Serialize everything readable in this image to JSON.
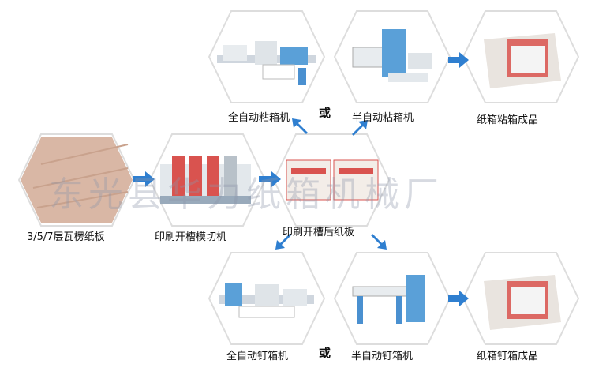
{
  "labels": {
    "full_auto_glue": "全自动粘箱机",
    "or_top": "或",
    "semi_auto_glue": "半自动粘箱机",
    "glued_box": "纸箱粘箱成品",
    "board": "3/5/7层瓦楞纸板",
    "print_slot": "印刷开槽模切机",
    "printed_board": "印刷开槽后纸板",
    "full_auto_stitch": "全自动钉箱机",
    "or_bottom": "或",
    "semi_auto_stitch": "半自动钉箱机",
    "stitched_box": "纸箱钉箱成品"
  },
  "watermark": "东光县华力纸箱机械厂",
  "colors": {
    "arrow": "#2f7fd0",
    "hex_border": "#d9d9d9"
  }
}
